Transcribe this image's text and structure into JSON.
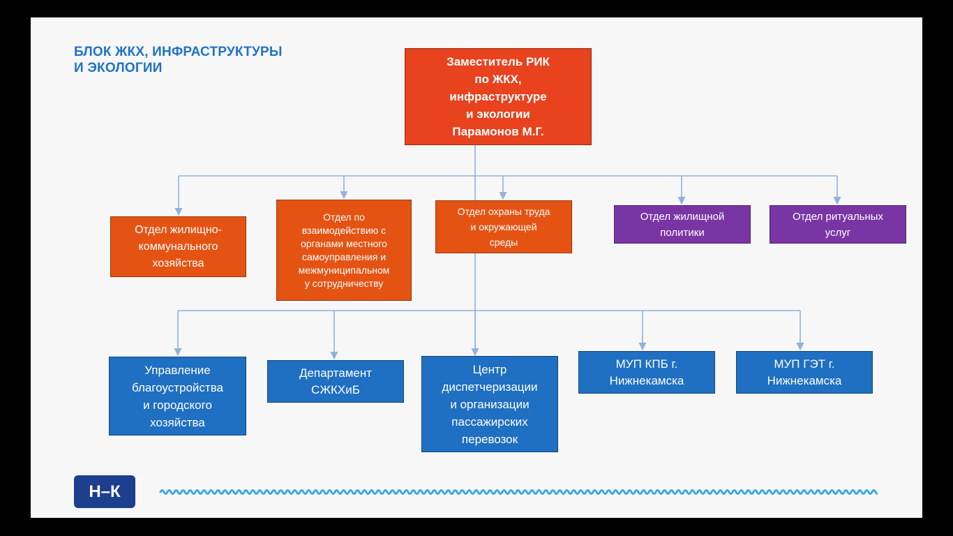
{
  "title": {
    "line1": "БЛОК ЖКХ, ИНФРАСТРУКТУРЫ",
    "line2": "И ЭКОЛОГИИ"
  },
  "head": "Заместитель РИК\nпо ЖКХ,\nинфраструктуре\nи экологии\nПарамонов М.Г.",
  "departments": [
    "Отдел жилищно-\nкоммунального\nхозяйства",
    "Отдел по\nвзаимодействию с\nорганами местного\nсамоуправления и\nмежмуниципальном\nу сотрудничеству",
    "Отдел охраны труда\nи окружающей\nсреды",
    "Отдел жилищной\nполитики",
    "Отдел ритуальных\nуслуг"
  ],
  "subordinates": [
    "Управление\nблагоустройства\nи городского\nхозяйства",
    "Департамент\nСЖКХиБ",
    "Центр\nдиспетчеризации\nи организации\nпассажирских\nперевозок",
    "МУП КПБ г.\nНижнекамска",
    "МУП ГЭТ г.\nНижнекамска"
  ],
  "logo": "Н–К",
  "colors": {
    "title": "#1e73c8",
    "head_box": "#e8421e",
    "orange_box": "#e55313",
    "purple_box": "#7a35a5",
    "blue_box": "#1f6fc2",
    "connector": "#8fb2d9",
    "wave": "#3aa8e0",
    "logo_bg": "#1e3e8e"
  }
}
